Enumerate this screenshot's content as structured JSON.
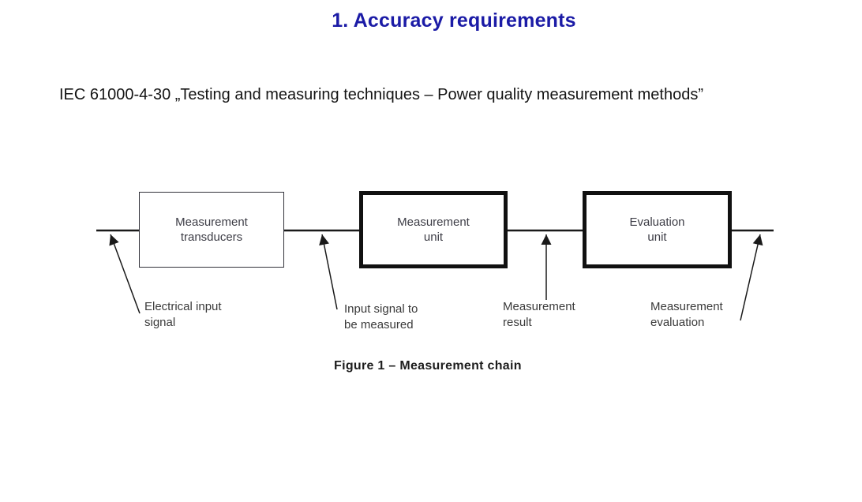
{
  "title": "1. Accuracy requirements",
  "subtitle": "IEC 61000-4-30 „Testing and measuring techniques – Power quality measurement methods”",
  "diagram": {
    "boxes": [
      {
        "line1": "Measurement",
        "line2": "transducers",
        "border": "thin"
      },
      {
        "line1": "Measurement",
        "line2": "unit",
        "border": "thick"
      },
      {
        "line1": "Evaluation",
        "line2": "unit",
        "border": "thick"
      }
    ],
    "labels": [
      {
        "line1": "Electrical input",
        "line2": "signal"
      },
      {
        "line1": "Input signal to",
        "line2": "be measured"
      },
      {
        "line1": "Measurement",
        "line2": "result"
      },
      {
        "line1": "Measurement",
        "line2": "evaluation"
      }
    ],
    "caption": "Figure 1 – Measurement chain"
  },
  "colors": {
    "title_blue": "#1b1ba6",
    "diagram_text": "#3d3d46",
    "line_black": "#1a1a1a"
  }
}
